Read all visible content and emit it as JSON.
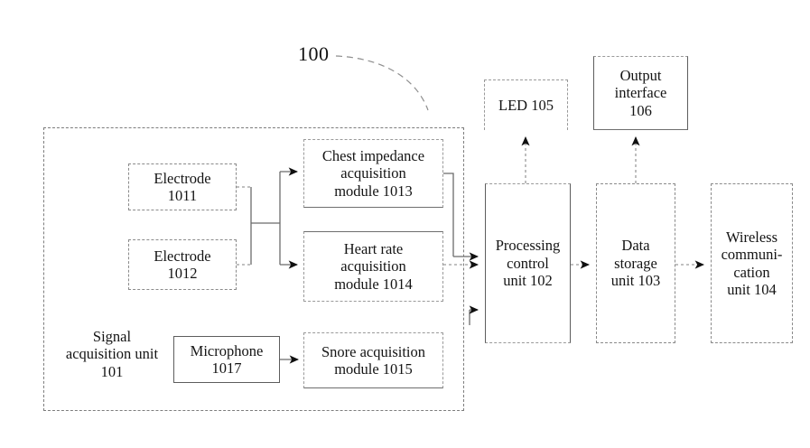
{
  "figure": {
    "reference_numeral": "100",
    "system_label_lines": [
      "Signal",
      "acquisition unit",
      "101"
    ]
  },
  "blocks": {
    "electrode_1011": {
      "lines": [
        "Electrode",
        "1011"
      ]
    },
    "electrode_1012": {
      "lines": [
        "Electrode",
        "1012"
      ]
    },
    "microphone_1017": {
      "lines": [
        "Microphone",
        "1017"
      ]
    },
    "chest_1013": {
      "lines": [
        "Chest impedance",
        "acquisition",
        "module 1013"
      ]
    },
    "heart_1014": {
      "lines": [
        "Heart rate",
        "acquisition",
        "module 1014"
      ]
    },
    "snore_1015": {
      "lines": [
        "Snore acquisition",
        "module 1015"
      ]
    },
    "processing_102": {
      "lines": [
        "Processing",
        "control",
        "unit 102"
      ]
    },
    "storage_103": {
      "lines": [
        "Data",
        "storage",
        "unit 103"
      ]
    },
    "wireless_104": {
      "lines": [
        "Wireless",
        "communi-",
        "cation",
        "unit 104"
      ]
    },
    "led_105": {
      "lines": [
        "LED 105"
      ]
    },
    "output_106": {
      "lines": [
        "Output",
        "interface",
        "106"
      ]
    }
  },
  "text": {
    "electrode_1011_l1": "Electrode",
    "electrode_1011_l2": "1011",
    "electrode_1012_l1": "Electrode",
    "electrode_1012_l2": "1012",
    "microphone_l1": "Microphone",
    "microphone_l2": "1017",
    "chest_l1": "Chest impedance",
    "chest_l2": "acquisition",
    "chest_l3": "module 1013",
    "heart_l1": "Heart rate",
    "heart_l2": "acquisition",
    "heart_l3": "module 1014",
    "snore_l1": "Snore acquisition",
    "snore_l2": "module 1015",
    "proc_l1": "Processing",
    "proc_l2": "control",
    "proc_l3": "unit 102",
    "store_l1": "Data",
    "store_l2": "storage",
    "store_l3": "unit 103",
    "wless_l1": "Wireless",
    "wless_l2": "communi-",
    "wless_l3": "cation",
    "wless_l4": "unit 104",
    "led_l1": "LED 105",
    "out_l1": "Output",
    "out_l2": "interface",
    "out_l3": "106",
    "sys_l1": "Signal",
    "sys_l2": "acquisition unit",
    "sys_l3": "101",
    "ref": "100"
  },
  "connections": [
    {
      "from": "electrode_1011",
      "to": "chest_1013"
    },
    {
      "from": "electrode_1012",
      "to": "chest_1013"
    },
    {
      "from": "electrode_1011",
      "to": "heart_1014"
    },
    {
      "from": "electrode_1012",
      "to": "heart_1014"
    },
    {
      "from": "microphone_1017",
      "to": "snore_1015"
    },
    {
      "from": "chest_1013",
      "to": "processing_102"
    },
    {
      "from": "heart_1014",
      "to": "processing_102"
    },
    {
      "from": "snore_1015",
      "to": "processing_102"
    },
    {
      "from": "processing_102",
      "to": "led_105"
    },
    {
      "from": "processing_102",
      "to": "storage_103"
    },
    {
      "from": "storage_103",
      "to": "output_106"
    },
    {
      "from": "storage_103",
      "to": "wireless_104"
    }
  ],
  "colors": {
    "page_background": "#ffffff",
    "text": "#141414",
    "solid_border": "#5d5d5d",
    "dashed_border": "#8a8a8a",
    "wire": "#6b6b6b",
    "arrowhead": "#101010"
  }
}
